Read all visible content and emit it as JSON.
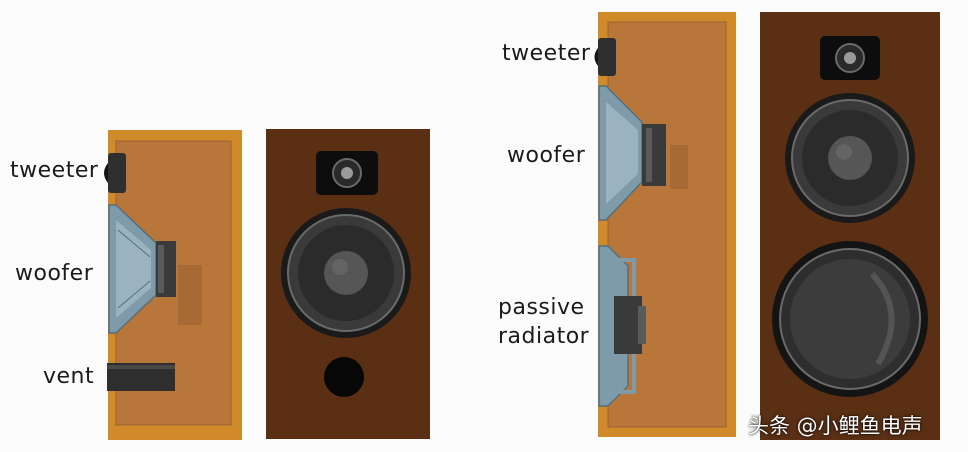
{
  "diagram_left": {
    "labels": {
      "tweeter": "tweeter",
      "woofer": "woofer",
      "vent": "vent"
    }
  },
  "diagram_right": {
    "labels": {
      "tweeter": "tweeter",
      "woofer": "woofer",
      "passive_line1": "passive",
      "passive_line2": "radiator"
    }
  },
  "watermark": "头条 @小鲤鱼电声",
  "colors": {
    "cabinet_edge": "#d08a2a",
    "cabinet_fill": "#b9763a",
    "baffle": "#5a2f14",
    "driver_frame": "#7f9aa8",
    "cone": "#2b2b2b"
  }
}
